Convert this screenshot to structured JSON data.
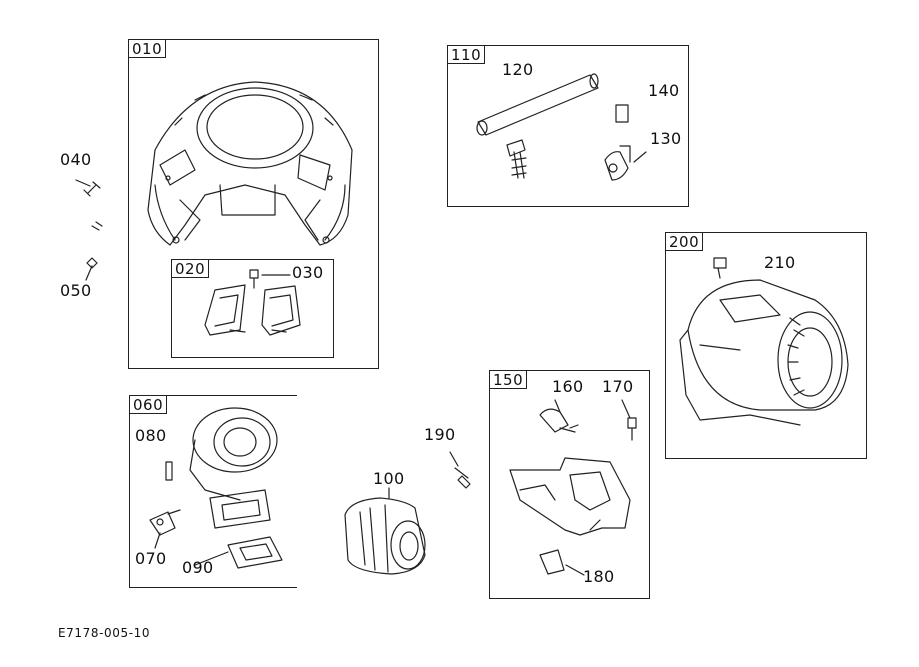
{
  "groups": {
    "g010": "010",
    "g020": "020",
    "g060": "060",
    "g110": "110",
    "g150": "150",
    "g200": "200"
  },
  "callouts": {
    "c030": "030",
    "c040": "040",
    "c050": "050",
    "c070": "070",
    "c080": "080",
    "c090": "090",
    "c100": "100",
    "c120": "120",
    "c130": "130",
    "c140": "140",
    "c160": "160",
    "c170": "170",
    "c180": "180",
    "c190": "190",
    "c210": "210"
  },
  "footer_code": "E7178-005-10",
  "colors": {
    "line": "#222222",
    "background": "#ffffff"
  }
}
